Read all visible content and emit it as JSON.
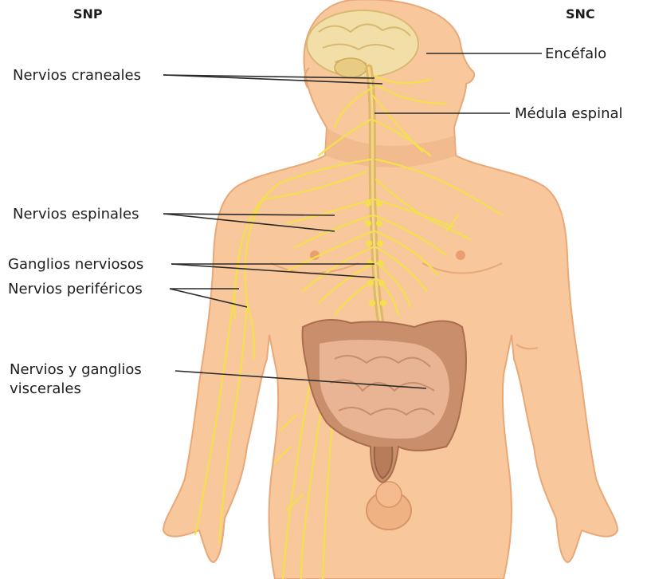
{
  "headers": {
    "left": "SNP",
    "right": "SNC"
  },
  "labels": {
    "encefalo": "Encéfalo",
    "medula": "Médula espinal",
    "nervios_craneales": "Nervios craneales",
    "nervios_espinales": "Nervios espinales",
    "ganglios_nerviosos": "Ganglios nerviosos",
    "nervios_perifericos": "Nervios periféricos",
    "viscerales_1": "Nervios y ganglios",
    "viscerales_2": "viscerales"
  },
  "colors": {
    "skin": "#f8c79b",
    "skin_shade": "#efb283",
    "nerve": "#f4e04d",
    "spinal_cord": "#e0b766",
    "brain": "#f2dfa8",
    "intestine": "#e8b493",
    "large_intestine": "#c98f6d",
    "leader_line": "#2a2a2a"
  }
}
